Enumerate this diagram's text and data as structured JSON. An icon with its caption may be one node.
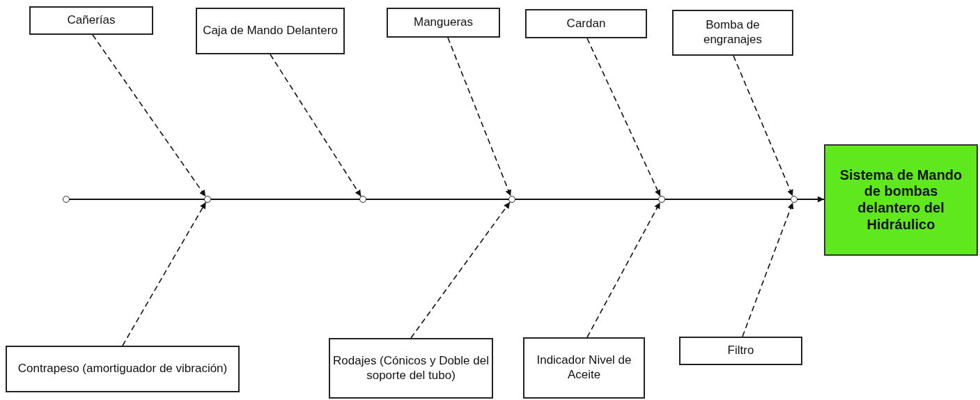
{
  "diagram": {
    "nodes": [
      {
        "text": [
          "Cañerías"
        ]
      },
      {
        "text": [
          "Caja de Mando Delantero"
        ]
      },
      {
        "text": [
          "Mangueras"
        ]
      },
      {
        "text": [
          "Cardan"
        ]
      },
      {
        "text": [
          "Bomba de engranajes"
        ]
      },
      {
        "text": [],
        "shape": "circle"
      },
      {
        "text": [],
        "shape": "circle"
      },
      {
        "text": [],
        "shape": "circle"
      },
      {
        "text": [],
        "shape": "circle"
      },
      {
        "text": [],
        "shape": "circle"
      },
      {
        "text": [],
        "shape": "circle"
      },
      {
        "text": [
          "Sistema de Mando de bombas delantero del Hidráulico"
        ]
      },
      {
        "text": [
          "Contrapeso (amortiguador de vibración)"
        ]
      },
      {
        "text": [
          "Rodajes (Cónicos y Doble del soporte del tubo)"
        ]
      },
      {
        "text": [
          "Indicador Nivel de Aceite"
        ]
      },
      {
        "text": [
          "Filtro"
        ]
      }
    ],
    "edges": [
      {
        "from": 0,
        "to": 6,
        "arrow": "to",
        "style": "dashed"
      },
      {
        "from": 1,
        "to": 7,
        "arrow": "to",
        "style": "dashed"
      },
      {
        "from": 2,
        "to": 8,
        "arrow": "to",
        "style": "dashed"
      },
      {
        "from": 3,
        "to": 9,
        "arrow": "to",
        "style": "dashed"
      },
      {
        "from": 4,
        "to": 10,
        "arrow": "to",
        "style": "dashed"
      },
      {
        "from": 12,
        "to": 6,
        "arrow": "to",
        "style": "dashed"
      },
      {
        "from": 13,
        "to": 8,
        "arrow": "to",
        "style": "dashed"
      },
      {
        "from": 14,
        "to": 9,
        "arrow": "to",
        "style": "dashed"
      },
      {
        "from": 15,
        "to": 10,
        "arrow": "to",
        "style": "dashed"
      },
      {
        "from": 5,
        "to": 6,
        "arrow": "none"
      },
      {
        "from": 6,
        "to": 7,
        "arrow": "none"
      },
      {
        "from": 7,
        "to": 8,
        "arrow": "none"
      },
      {
        "from": 8,
        "to": 9,
        "arrow": "none"
      },
      {
        "from": 9,
        "to": 10,
        "arrow": "none"
      },
      {
        "from": 10,
        "to": 11,
        "arrow": "to"
      }
    ]
  }
}
